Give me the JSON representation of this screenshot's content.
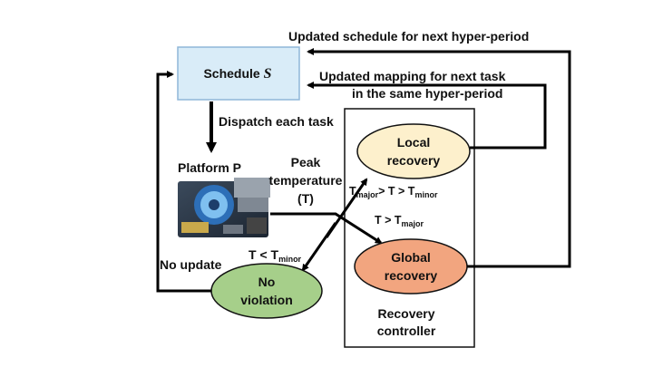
{
  "diagram": {
    "schedule_box": {
      "label": "Schedule ",
      "var": "S",
      "fill": "#d9ecf8",
      "stroke": "#8fb7d8"
    },
    "recovery_controller": {
      "label_line1": "Recovery",
      "label_line2": "controller"
    },
    "local_recovery": {
      "line1": "Local",
      "line2": "recovery",
      "fill": "#fdf0cc"
    },
    "global_recovery": {
      "line1": "Global",
      "line2": "recovery",
      "fill": "#f2a57f"
    },
    "no_violation": {
      "line1": "No",
      "line2": "violation",
      "fill": "#a6cf8a"
    },
    "platform_label": "Platform P",
    "dispatch_label": "Dispatch each task",
    "peak_temp": {
      "line1": "Peak",
      "line2": "temperature",
      "line3": "(T)"
    },
    "updated_schedule_label": "Updated schedule for next hyper-period",
    "updated_mapping_line1": "Updated mapping for next task",
    "updated_mapping_line2": "in the same hyper-period",
    "no_update_label": "No update",
    "cond_minor_T": "T < T",
    "cond_minor_sub": "minor",
    "cond_major_T": "T > T",
    "cond_major_sub": "major",
    "cond_range_T1": "T",
    "cond_range_sub1": "major",
    "cond_range_mid": "> T > T",
    "cond_range_sub2": "minor",
    "platform_image": "single-board computer with cooling fan"
  }
}
